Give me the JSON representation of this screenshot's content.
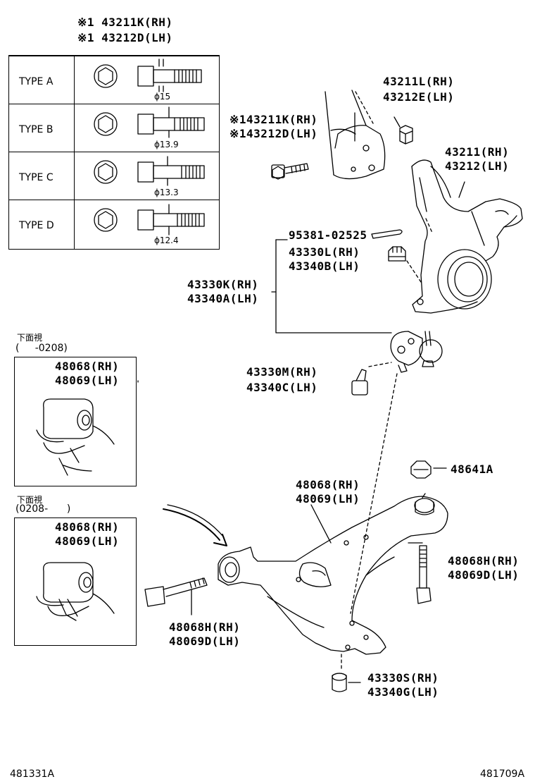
{
  "top_labels": {
    "bolt_rh": "※1 43211K(RH)",
    "bolt_lh": "※1 43212D(LH)"
  },
  "bolt_types": [
    {
      "type": "TYPE A",
      "dia": "ϕ15"
    },
    {
      "type": "TYPE B",
      "dia": "ϕ13.9"
    },
    {
      "type": "TYPE C",
      "dia": "ϕ13.3"
    },
    {
      "type": "TYPE D",
      "dia": "ϕ12.4"
    }
  ],
  "inset1": {
    "view_label": "下面視",
    "range": "(     -0208)",
    "part_rh": "48068(RH)",
    "part_lh": "48069(LH)"
  },
  "inset2": {
    "view_label": "下面視",
    "range": "(0208-      )",
    "part_rh": "48068(RH)",
    "part_lh": "48069(LH)"
  },
  "callouts": {
    "c43211L": "43211L(RH)",
    "c43212E": "43212E(LH)",
    "c43211K": "※143211K(RH)",
    "c43212D": "※143212D(LH)",
    "c43211": "43211(RH)",
    "c43212": "43212(LH)",
    "c95381": "95381-02525",
    "c43330L": "43330L(RH)",
    "c43340B": "43340B(LH)",
    "c43330K": "43330K(RH)",
    "c43340A": "43340A(LH)",
    "c43330M": "43330M(RH)",
    "c43340C": "43340C(LH)",
    "c48641A": "48641A",
    "c48068": "48068(RH)",
    "c48069": "48069(LH)",
    "c48068H_r": "48068H(RH)",
    "c48069D_r": "48069D(LH)",
    "c48068H_l": "48068H(RH)",
    "c48069D_l": "48069D(LH)",
    "c43330S": "43330S(RH)",
    "c43340G": "43340G(LH)"
  },
  "footer": {
    "left_code": "481331A",
    "right_code": "481709A"
  }
}
